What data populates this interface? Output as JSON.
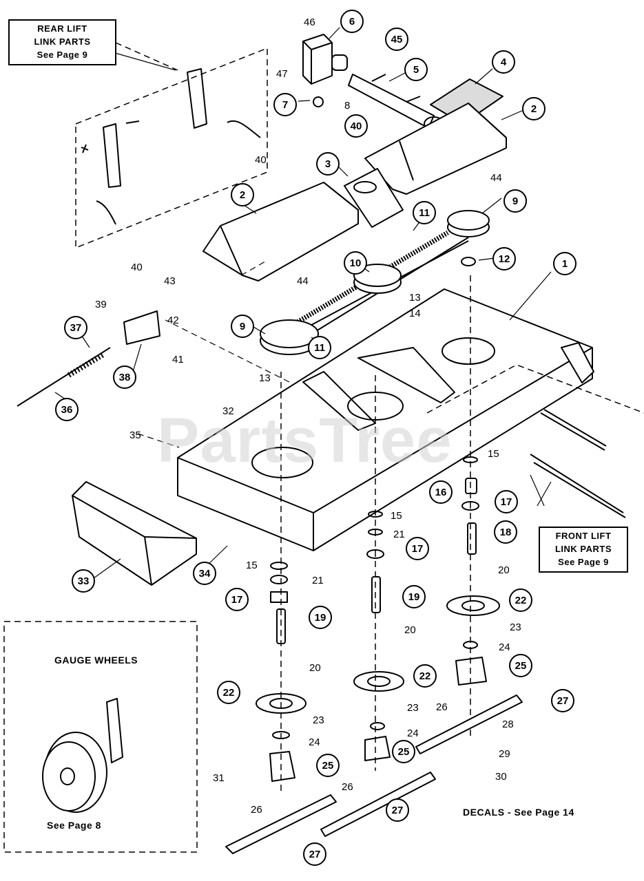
{
  "notes": {
    "rear_lift": {
      "line1": "REAR LIFT",
      "line2": "LINK PARTS",
      "line3": "See Page 9"
    },
    "front_lift": {
      "line1": "FRONT LIFT",
      "line2": "LINK PARTS",
      "line3": "See Page 9"
    },
    "gauge_wheels": {
      "title": "GAUGE WHEELS",
      "ref": "See Page 8"
    },
    "decals": "DECALS - See Page 14"
  },
  "watermark": "PartsTree",
  "callouts": [
    {
      "id": "c1",
      "text": "1"
    },
    {
      "id": "c2a",
      "text": "2"
    },
    {
      "id": "c2b",
      "text": "2"
    },
    {
      "id": "c3",
      "text": "3"
    },
    {
      "id": "c4",
      "text": "4"
    },
    {
      "id": "c5",
      "text": "5"
    },
    {
      "id": "c6",
      "text": "6"
    },
    {
      "id": "c7",
      "text": "7"
    },
    {
      "id": "c9a",
      "text": "9"
    },
    {
      "id": "c9b",
      "text": "9"
    },
    {
      "id": "c10",
      "text": "10"
    },
    {
      "id": "c11a",
      "text": "11"
    },
    {
      "id": "c11b",
      "text": "11"
    },
    {
      "id": "c12",
      "text": "12"
    },
    {
      "id": "c16",
      "text": "16"
    },
    {
      "id": "c17a",
      "text": "17"
    },
    {
      "id": "c17b",
      "text": "17"
    },
    {
      "id": "c17c",
      "text": "17"
    },
    {
      "id": "c18",
      "text": "18"
    },
    {
      "id": "c19a",
      "text": "19"
    },
    {
      "id": "c19b",
      "text": "19"
    },
    {
      "id": "c22a",
      "text": "22"
    },
    {
      "id": "c22b",
      "text": "22"
    },
    {
      "id": "c22c",
      "text": "22"
    },
    {
      "id": "c25a",
      "text": "25"
    },
    {
      "id": "c25b",
      "text": "25"
    },
    {
      "id": "c25c",
      "text": "25"
    },
    {
      "id": "c27a",
      "text": "27"
    },
    {
      "id": "c27b",
      "text": "27"
    },
    {
      "id": "c27c",
      "text": "27"
    },
    {
      "id": "c33",
      "text": "33"
    },
    {
      "id": "c34",
      "text": "34"
    },
    {
      "id": "c36",
      "text": "36"
    },
    {
      "id": "c37",
      "text": "37"
    },
    {
      "id": "c38",
      "text": "38"
    },
    {
      "id": "c40",
      "text": "40"
    },
    {
      "id": "c45",
      "text": "45"
    }
  ],
  "labels": [
    {
      "id": "l8",
      "text": "8"
    },
    {
      "id": "l13a",
      "text": "13"
    },
    {
      "id": "l13b",
      "text": "13"
    },
    {
      "id": "l14",
      "text": "14"
    },
    {
      "id": "l15a",
      "text": "15"
    },
    {
      "id": "l15b",
      "text": "15"
    },
    {
      "id": "l15c",
      "text": "15"
    },
    {
      "id": "l20a",
      "text": "20"
    },
    {
      "id": "l20b",
      "text": "20"
    },
    {
      "id": "l20c",
      "text": "20"
    },
    {
      "id": "l21a",
      "text": "21"
    },
    {
      "id": "l21b",
      "text": "21"
    },
    {
      "id": "l23a",
      "text": "23"
    },
    {
      "id": "l23b",
      "text": "23"
    },
    {
      "id": "l23c",
      "text": "23"
    },
    {
      "id": "l24a",
      "text": "24"
    },
    {
      "id": "l24b",
      "text": "24"
    },
    {
      "id": "l24c",
      "text": "24"
    },
    {
      "id": "l26a",
      "text": "26"
    },
    {
      "id": "l26b",
      "text": "26"
    },
    {
      "id": "l26c",
      "text": "26"
    },
    {
      "id": "l28",
      "text": "28"
    },
    {
      "id": "l29",
      "text": "29"
    },
    {
      "id": "l30",
      "text": "30"
    },
    {
      "id": "l31",
      "text": "31"
    },
    {
      "id": "l32",
      "text": "32"
    },
    {
      "id": "l35",
      "text": "35"
    },
    {
      "id": "l39",
      "text": "39"
    },
    {
      "id": "l40a",
      "text": "40"
    },
    {
      "id": "l40b",
      "text": "40"
    },
    {
      "id": "l41",
      "text": "41"
    },
    {
      "id": "l42",
      "text": "42"
    },
    {
      "id": "l43",
      "text": "43"
    },
    {
      "id": "l44a",
      "text": "44"
    },
    {
      "id": "l44b",
      "text": "44"
    },
    {
      "id": "l46",
      "text": "46"
    },
    {
      "id": "l47",
      "text": "47"
    }
  ]
}
